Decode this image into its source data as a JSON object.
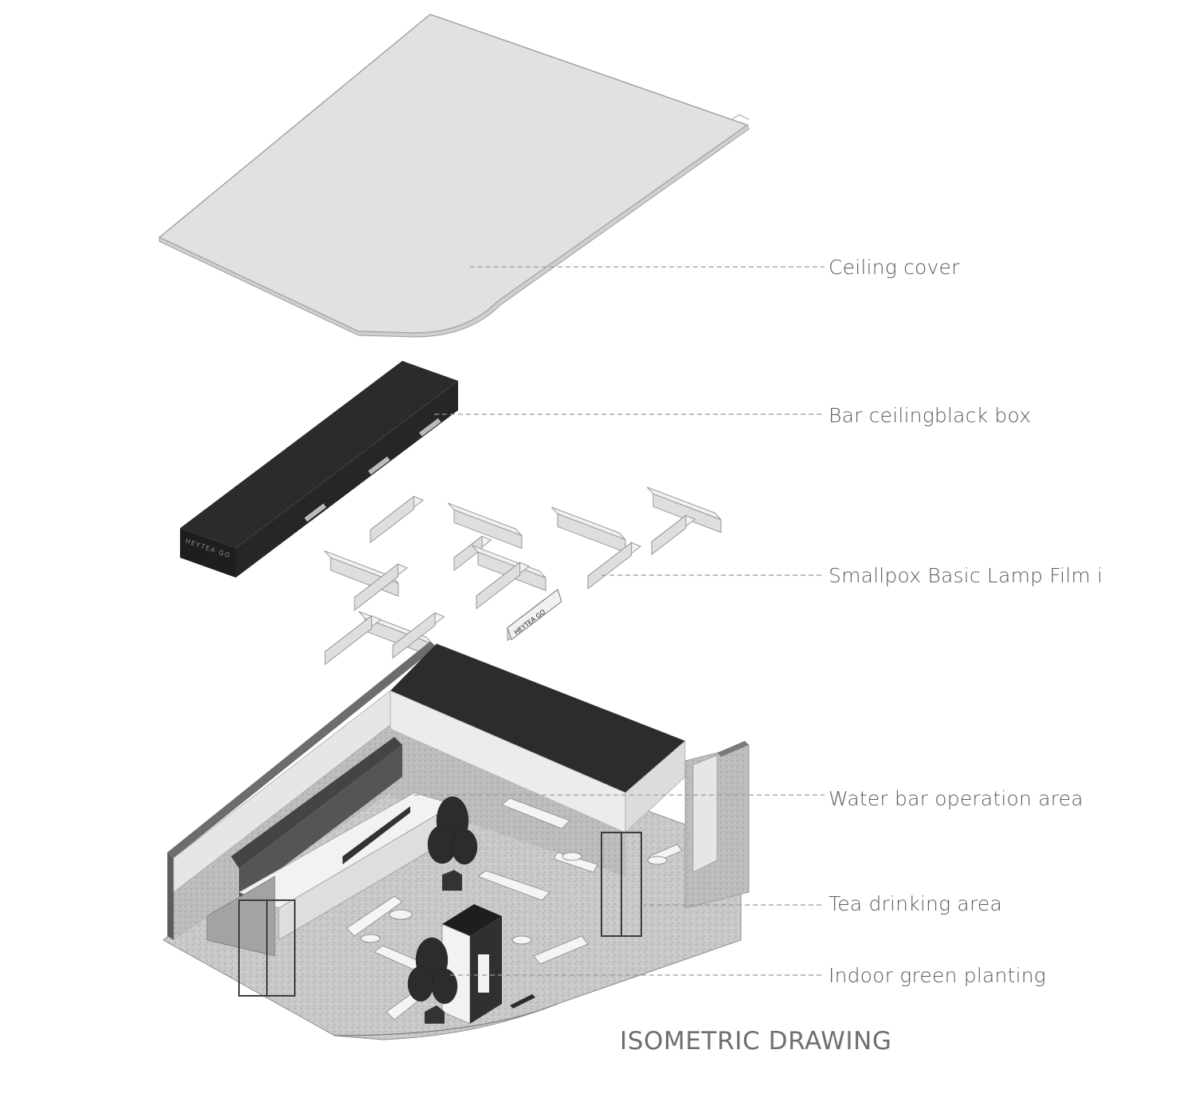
{
  "title": "ISOMETRIC DRAWING",
  "callouts": [
    {
      "id": "ceiling-cover",
      "label": "Ceiling cover"
    },
    {
      "id": "bar-ceiling-box",
      "label": "Bar ceilingblack box"
    },
    {
      "id": "lamp-film",
      "label": "Smallpox Basic Lamp Film i"
    },
    {
      "id": "water-bar",
      "label": "Water bar operation area"
    },
    {
      "id": "tea-area",
      "label": "Tea drinking area"
    },
    {
      "id": "green-planting",
      "label": "Indoor green planting"
    }
  ],
  "signage": {
    "brand": "HEYTEA GO"
  },
  "colors": {
    "ceiling": "#e1e1e1",
    "black_box": "#2a2a2a",
    "lamp": "#ececec",
    "floor": "#c8c8c8",
    "leader_line": "#9a9a9a",
    "text": "#5a5a5a"
  }
}
